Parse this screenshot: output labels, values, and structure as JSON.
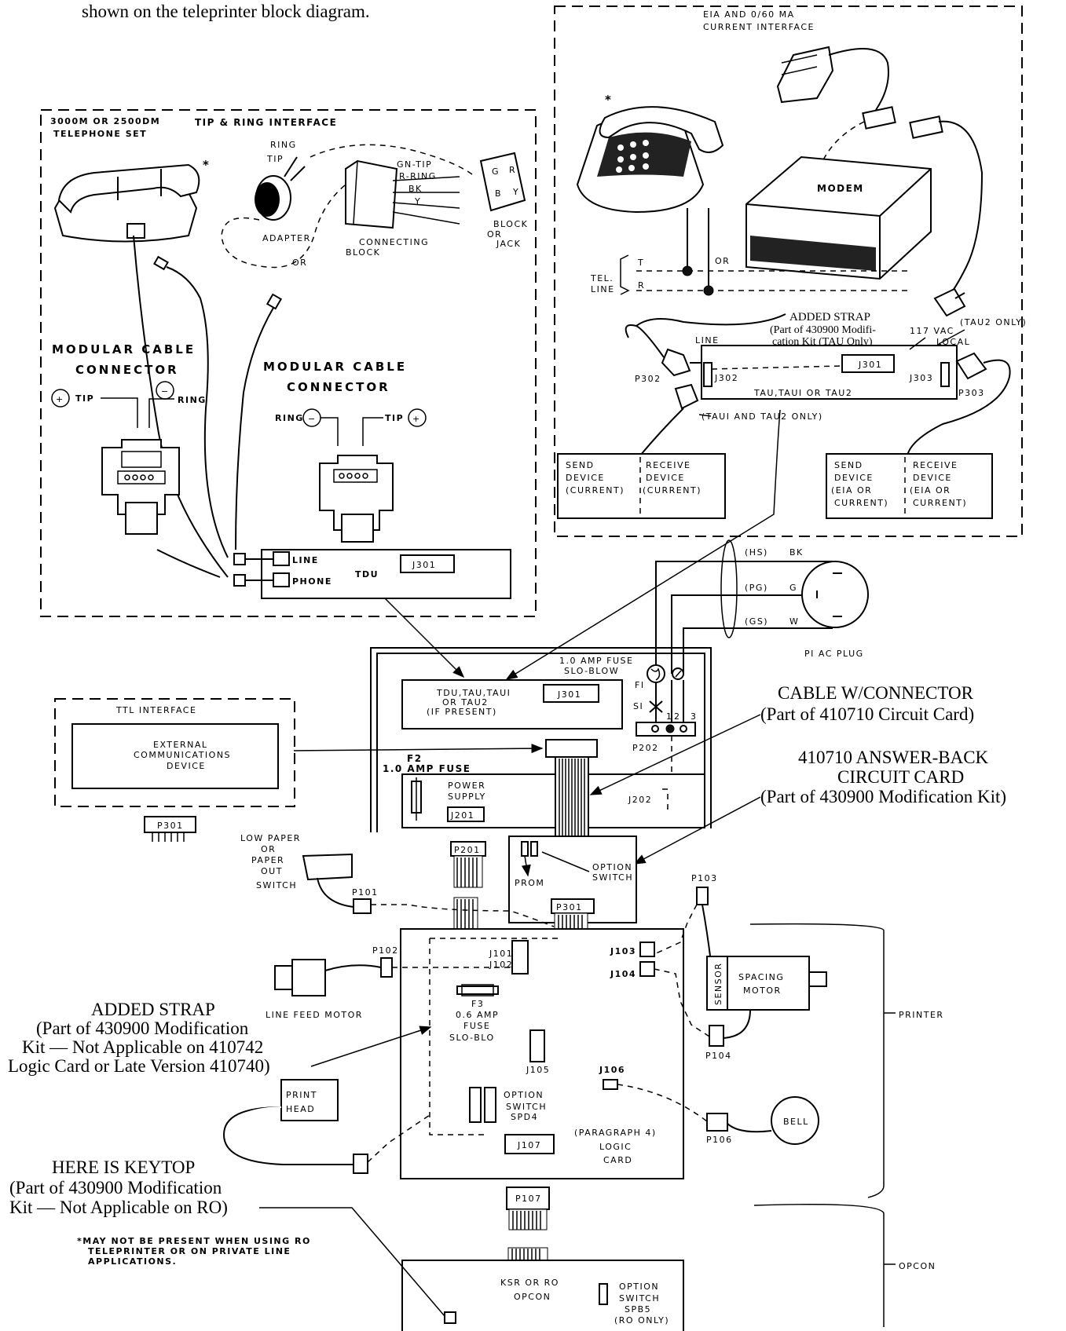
{
  "top_caption": "shown on the teleprinter block diagram.",
  "eia_panel": {
    "title1": "EIA AND 0/60 MA",
    "title2": "CURRENT INTERFACE",
    "modem": "MODEM",
    "or": "OR",
    "tel_line1": "TEL.",
    "tel_line2": "LINE",
    "t": "T",
    "r": "R",
    "added_strap1": "ADDED STRAP",
    "added_strap2": "(Part of 430900 Modifi-",
    "added_strap3": "cation Kit (TAU Only)",
    "vac1": "117 VAC",
    "vac2": "LOCAL",
    "tau2_only": "(TAU2 ONLY)",
    "line": "LINE",
    "p302": "P302",
    "j302": "J302",
    "j301": "J301",
    "j303": "J303",
    "p303": "P303",
    "tau_board": "TAU,TAUI OR TAU2",
    "tau1_tau2": "(TAUI AND TAU2 ONLY)",
    "send_cur": [
      "SEND",
      "DEVICE",
      "(CURRENT)"
    ],
    "recv_cur": [
      "RECEIVE",
      "DEVICE",
      "(CURRENT)"
    ],
    "send_eia": [
      "SEND",
      "DEVICE",
      "(EIA OR",
      "CURRENT)"
    ],
    "recv_eia": [
      "RECEIVE",
      "DEVICE",
      "(EIA OR",
      "CURRENT)"
    ],
    "asterisk": "*"
  },
  "tip_panel": {
    "phone1": "3000M OR 2500DM",
    "phone2": "TELEPHONE SET",
    "title": "TIP & RING INTERFACE",
    "ring": "RING",
    "tip": "TIP",
    "adapter": "ADAPTER",
    "or": "OR",
    "connecting1": "CONNECTING",
    "connecting2": "BLOCK",
    "gn_tip": "GN-TIP",
    "r_ring": "R-RING",
    "bk": "BK",
    "y": "Y",
    "block1": "BLOCK",
    "block2": "OR",
    "block3": "JACK",
    "jack_letters": [
      "G",
      "R",
      "B",
      "Y"
    ],
    "mod1a": "MODULAR CABLE",
    "mod1b": "CONNECTOR",
    "mod2a": "MODULAR CABLE",
    "mod2b": "CONNECTOR",
    "plus_tip": "TIP",
    "minus_ring": "RING",
    "ring2": "RING",
    "tip2": "TIP",
    "line": "LINE",
    "phone": "PHONE",
    "tdu": "TDU",
    "j301": "J301",
    "asterisk": "*"
  },
  "power": {
    "hs": "(HS)",
    "bk": "BK",
    "pg": "(PG)",
    "g": "G",
    "gs": "(GS)",
    "w": "W",
    "plug": "PI AC PLUG",
    "fuse1": "1.0 AMP FUSE",
    "fuse2": "SLO-BLOW",
    "f1": "FI",
    "s1": "SI",
    "n1": "1",
    "n2": "2",
    "n3": "3",
    "p202": "P202",
    "tdu_box1": "TDU,TAU,TAUI",
    "tdu_box2": "OR TAU2",
    "tdu_box3": "(IF PRESENT)",
    "j301": "J301",
    "f2": "F2",
    "f2b": "1.0 AMP FUSE",
    "ps1": "POWER",
    "ps2": "SUPPLY",
    "j201": "J201",
    "j202": "J202"
  },
  "ttl": {
    "title": "TTL INTERFACE",
    "ext1": "EXTERNAL",
    "ext2": "COMMUNICATIONS",
    "ext3": "DEVICE",
    "p301": "P301"
  },
  "callouts": {
    "cable1": "CABLE W/CONNECTOR",
    "cable2": "(Part of 410710 Circuit Card)",
    "ab1": "410710 ANSWER-BACK",
    "ab2": "CIRCUIT CARD",
    "ab3": "(Part of 430900 Modification Kit)",
    "strap1": "ADDED STRAP",
    "strap2": "(Part of 430900 Modification",
    "strap3": "Kit — Not Applicable on 410742",
    "strap4": "Logic Card or Late Version 410740)",
    "key1": "HERE IS KEYTOP",
    "key2": "(Part of 430900 Modification",
    "key3": "Kit — Not Applicable on RO)",
    "note1": "*MAY NOT BE PRESENT WHEN USING RO",
    "note2": "TELEPRINTER OR ON PRIVATE LINE",
    "note3": "APPLICATIONS."
  },
  "logic": {
    "lowpaper": [
      "LOW PAPER",
      "OR",
      "PAPER",
      "OUT",
      "SWITCH"
    ],
    "p101": "P101",
    "p201": "P201",
    "prom": "PROM",
    "option1": "OPTION",
    "option2": "SWITCH",
    "p301": "P301",
    "p103": "P103",
    "p102": "P102",
    "j101": "J101",
    "j102": "J102",
    "j103": "J103",
    "j104": "J104",
    "lfm": "LINE FEED MOTOR",
    "f3a": "F3",
    "f3b": "0.6 AMP",
    "f3c": "FUSE",
    "f3d": "SLO-BLO",
    "j105": "J105",
    "j106": "J106",
    "sensor": "SENSOR",
    "sm1": "SPACING",
    "sm2": "MOTOR",
    "p104": "P104",
    "printer": "PRINTER",
    "ph1": "PRINT",
    "ph2": "HEAD",
    "opt1": "OPTION",
    "opt2": "SWITCH",
    "opt3": "SPD4",
    "j107": "J107",
    "para": "(PARAGRAPH 4)",
    "lc1": "LOGIC",
    "lc2": "CARD",
    "bell": "BELL",
    "p106": "P106",
    "p107": "P107",
    "opcon": "OPCON",
    "ksr1": "KSR OR RO",
    "ksr2": "OPCON",
    "os1": "OPTION",
    "os2": "SWITCH",
    "os3": "SPB5",
    "os4": "(RO ONLY)"
  }
}
